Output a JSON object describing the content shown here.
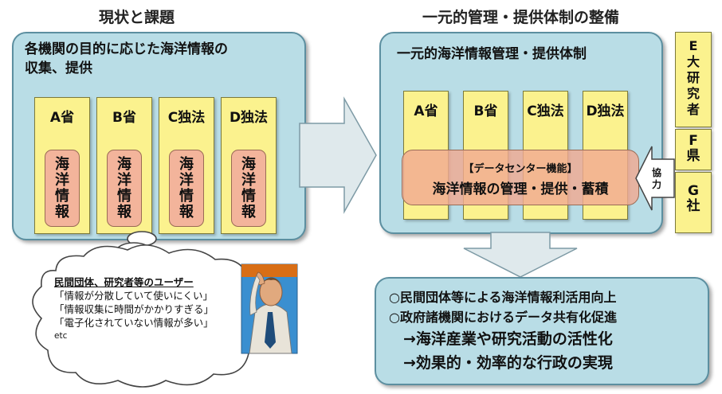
{
  "left": {
    "heading": "現状と課題",
    "panel_title_1": "各機関の目的に応じた海洋情報の",
    "panel_title_2": "収集、提供",
    "columns": [
      {
        "label": "A省",
        "pill": "海\n洋\n情\n報"
      },
      {
        "label": "B省",
        "pill": "海\n洋\n情\n報"
      },
      {
        "label": "C独法",
        "pill": "海\n洋\n情\n報"
      },
      {
        "label": "D独法",
        "pill": "海\n洋\n情\n報"
      }
    ]
  },
  "bubble": {
    "title": "民間団体、研究者等のユーザー",
    "lines": [
      "「情報が分散していて使いにくい」",
      "「情報収集に時間がかかりすぎる」",
      "「電子化されていない情報が多い」",
      "etc"
    ]
  },
  "right": {
    "heading": "一元的管理・提供体制の整備",
    "panel_title": "一元的海洋情報管理・提供体制",
    "columns": [
      "A省",
      "B省",
      "C独法",
      "D独法"
    ],
    "center_line_1": "【データセンター機能】",
    "center_line_2": "海洋情報の管理・提供・蓄積",
    "cooperate": "協\n力",
    "side_boxes": [
      "E\n大\n研\n究\n者",
      "F\n県",
      "G\n社"
    ]
  },
  "result": {
    "line1": "○民間団体等による海洋情報利活用向上",
    "line2": "○政府諸機関におけるデータ共有化促進",
    "line3": "→海洋産業や研究活動の活性化",
    "line4": "→効果的・効率的な行政の実現"
  },
  "colors": {
    "panel": "#b9dde6",
    "column": "#fbf28e",
    "pill": "#f3b49b",
    "arrow": "#dfe9ec"
  }
}
